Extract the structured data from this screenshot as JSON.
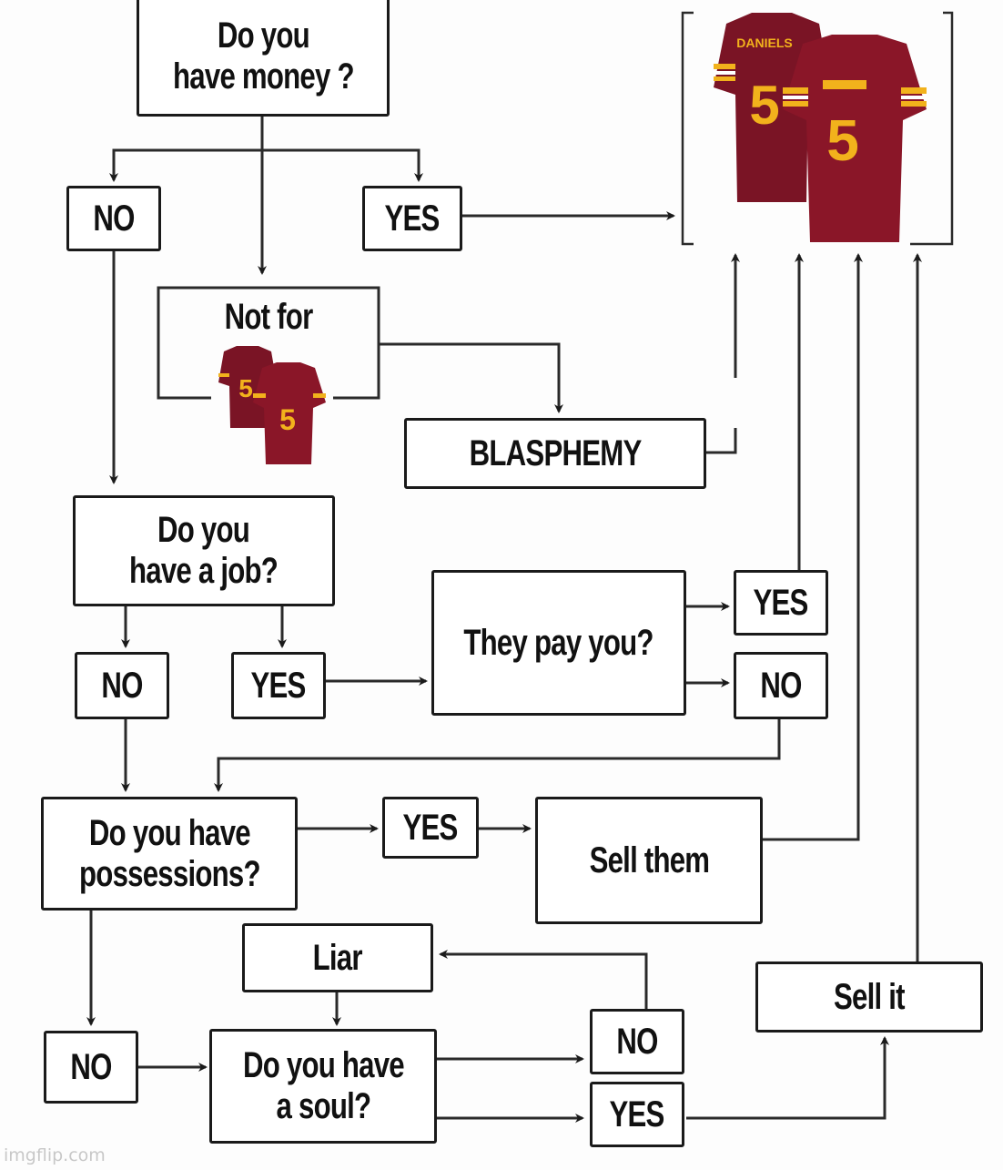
{
  "diagram": {
    "title_question": "Do you\nhave money ?",
    "nodes": {
      "q_money": "Do you\nhave money ?",
      "money_no": "NO",
      "money_yes": "YES",
      "not_for": "Not for",
      "blasphemy": "BLASPHEMY",
      "q_job": "Do you\nhave a job?",
      "job_no": "NO",
      "job_yes": "YES",
      "q_pay": "They pay you?",
      "pay_yes": "YES",
      "pay_no": "NO",
      "q_possessions": "Do you have\npossessions?",
      "poss_yes": "YES",
      "sell_them": "Sell them",
      "poss_no": "NO",
      "liar": "Liar",
      "q_soul": "Do you have\na soul?",
      "soul_no": "NO",
      "soul_yes": "YES",
      "sell_it": "Sell it"
    },
    "jersey": {
      "name": "DANIELS",
      "number": "5",
      "colors": {
        "burgundy": "#7a1425",
        "gold": "#f2b21c",
        "white": "#ffffff"
      }
    },
    "watermark": "imgflip.com"
  }
}
